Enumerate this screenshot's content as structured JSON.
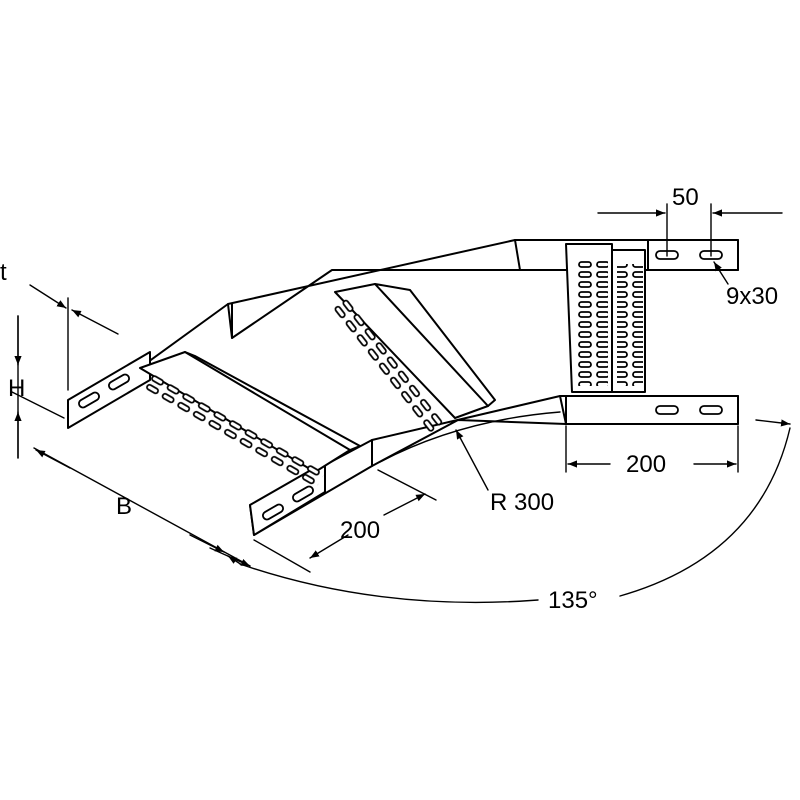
{
  "labels": {
    "t": "t",
    "H": "H",
    "B": "B",
    "left_length": "200",
    "radius": "R 300",
    "right_length": "200",
    "slot_pitch": "50",
    "slot_size": "9x30",
    "angle": "135°"
  }
}
